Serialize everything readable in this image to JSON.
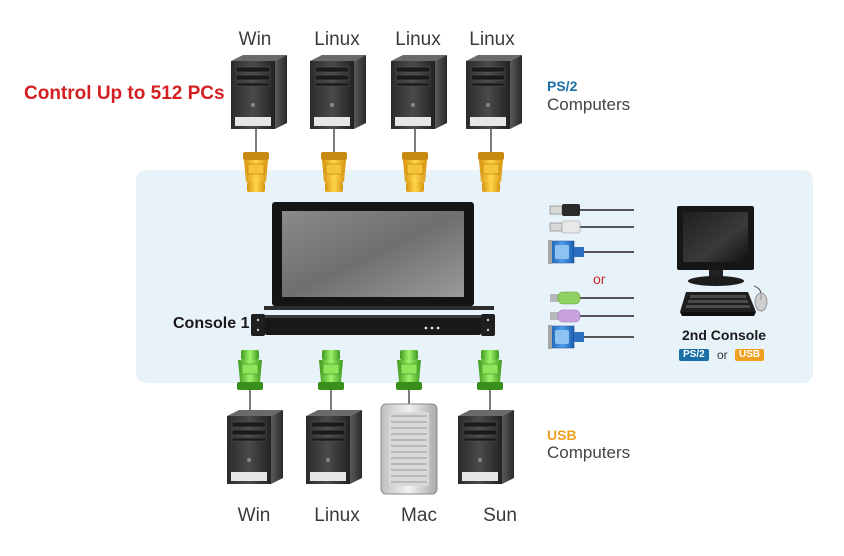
{
  "headline": "Control Up to 512 PCs",
  "top_computers": [
    "Win",
    "Linux",
    "Linux",
    "Linux"
  ],
  "bottom_computers": [
    "Win",
    "Linux",
    "Mac",
    "Sun"
  ],
  "ps2_group": {
    "tag": "PS/2",
    "label": "Computers"
  },
  "usb_group": {
    "tag": "USB",
    "label": "Computers"
  },
  "console1_label": "Console 1",
  "or_label": "or",
  "second_console": {
    "title": "2nd Console",
    "badge_ps2": "PS/2",
    "or": "or",
    "badge_usb": "USB"
  },
  "colors": {
    "headline": "#d42020",
    "ps2": "#1a6fa8",
    "usb": "#f0a020",
    "panel": "#e8f2f9",
    "ps2_cable": "#f2b92b",
    "usb_cable": "#6fcf3a"
  }
}
